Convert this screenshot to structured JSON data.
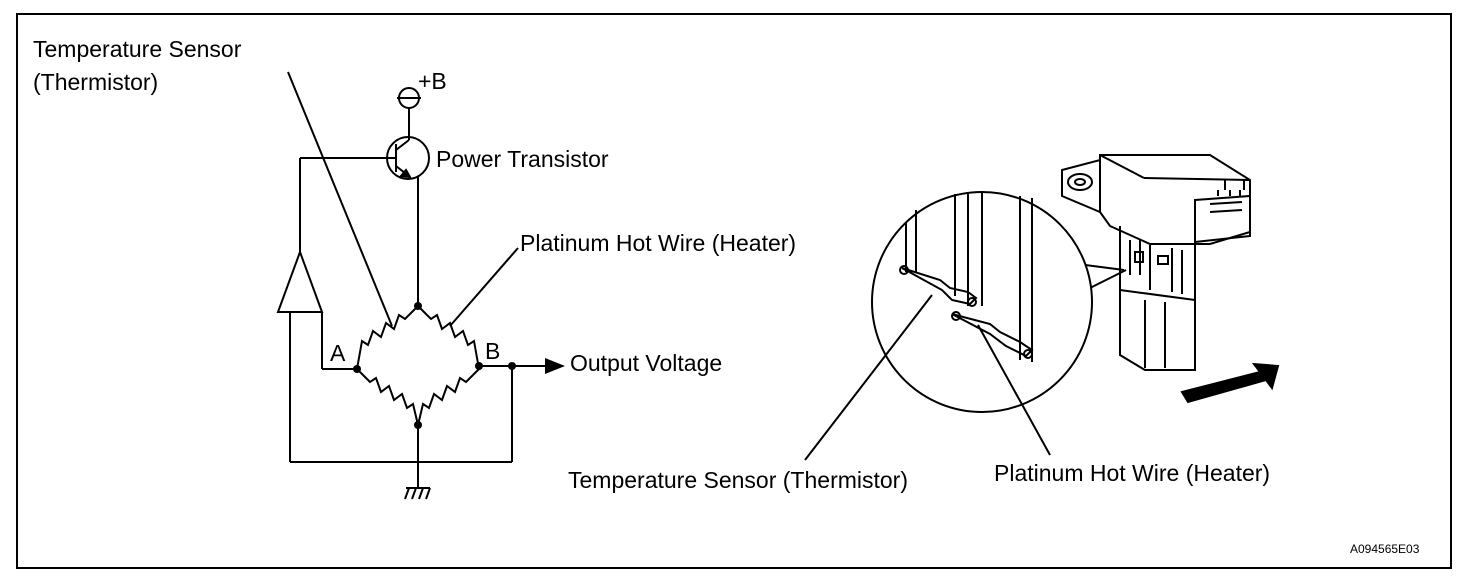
{
  "diagram": {
    "circuit": {
      "temp_sensor_line1": "Temperature Sensor",
      "temp_sensor_line2": "(Thermistor)",
      "supply": "+B",
      "power_transistor": "Power Transistor",
      "hot_wire": "Platinum Hot Wire (Heater)",
      "node_a": "A",
      "node_b": "B",
      "output": "Output Voltage"
    },
    "sensor": {
      "temp_sensor": "Temperature Sensor (Thermistor)",
      "hot_wire": "Platinum Hot Wire (Heater)"
    },
    "figure_code": "A094565E03"
  }
}
